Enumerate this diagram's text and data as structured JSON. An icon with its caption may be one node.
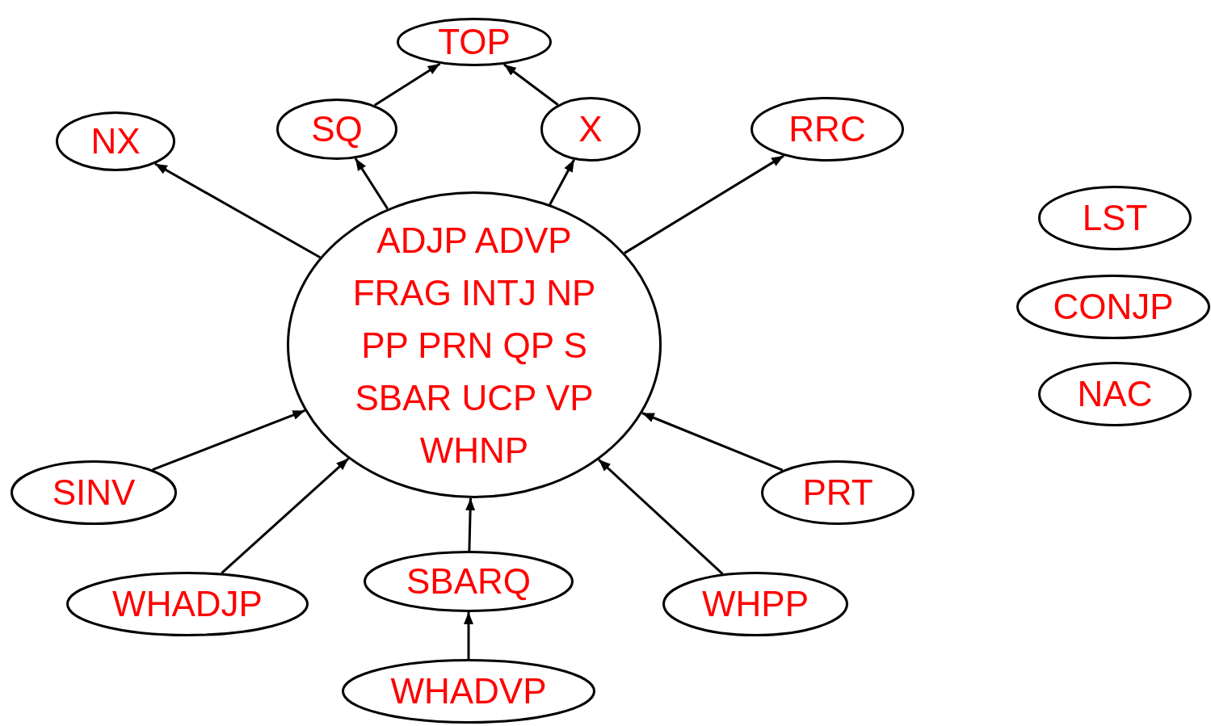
{
  "diagram": {
    "nodes": [
      {
        "text": [
          "TOP"
        ]
      },
      {
        "text": [
          "NX"
        ]
      },
      {
        "text": [
          "SQ"
        ]
      },
      {
        "text": [
          "X"
        ]
      },
      {
        "text": [
          "RRC"
        ]
      },
      {
        "text": [
          "LST"
        ]
      },
      {
        "text": [
          "ADJP ADVP FRAG INTJ NP PP PRN QP S SBAR UCP VP WHNP"
        ]
      },
      {
        "text": [
          "CONJP"
        ]
      },
      {
        "text": [
          "NAC"
        ]
      },
      {
        "text": [
          "SINV"
        ]
      },
      {
        "text": [
          "PRT"
        ]
      },
      {
        "text": [
          "SBARQ"
        ]
      },
      {
        "text": [
          "WHADJP"
        ]
      },
      {
        "text": [
          "WHPP"
        ]
      },
      {
        "text": [
          "WHADVP"
        ]
      }
    ],
    "edges": [
      {
        "from": 2,
        "to": 0,
        "arrow": "to"
      },
      {
        "from": 3,
        "to": 0,
        "arrow": "to"
      },
      {
        "from": 6,
        "to": 1,
        "arrow": "to"
      },
      {
        "from": 6,
        "to": 2,
        "arrow": "to"
      },
      {
        "from": 6,
        "to": 3,
        "arrow": "to"
      },
      {
        "from": 6,
        "to": 4,
        "arrow": "to"
      },
      {
        "from": 9,
        "to": 6,
        "arrow": "to"
      },
      {
        "from": 12,
        "to": 6,
        "arrow": "to"
      },
      {
        "from": 11,
        "to": 6,
        "arrow": "to"
      },
      {
        "from": 13,
        "to": 6,
        "arrow": "to"
      },
      {
        "from": 10,
        "to": 6,
        "arrow": "to"
      },
      {
        "from": 14,
        "to": 11,
        "arrow": "to"
      }
    ]
  }
}
